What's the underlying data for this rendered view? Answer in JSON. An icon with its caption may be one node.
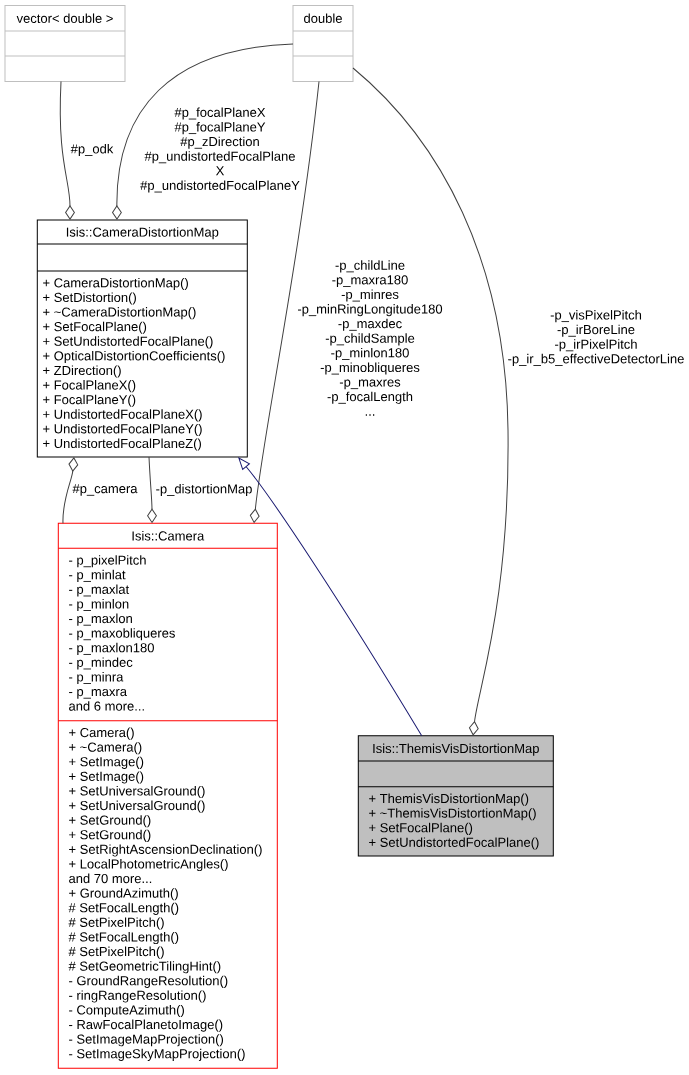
{
  "diagram": {
    "nodes": [
      {
        "text": [
          "vector< double >"
        ]
      },
      {
        "text": [
          "double"
        ]
      },
      {
        "text": [
          "Isis::CameraDistortionMap",
          "+ CameraDistortionMap()",
          "+ SetDistortion()",
          "+ ~CameraDistortionMap()",
          "+ SetFocalPlane()",
          "+ SetUndistortedFocalPlane()",
          "+ OpticalDistortionCoefficients()",
          "+ ZDirection()",
          "+ FocalPlaneX()",
          "+ FocalPlaneY()",
          "+ UndistortedFocalPlaneX()",
          "+ UndistortedFocalPlaneY()",
          "+ UndistortedFocalPlaneZ()"
        ]
      },
      {
        "text": [
          "Isis::Camera",
          "- p_pixelPitch",
          "- p_minlat",
          "- p_maxlat",
          "- p_minlon",
          "- p_maxlon",
          "- p_maxobliqueres",
          "- p_maxlon180",
          "- p_mindec",
          "- p_minra",
          "- p_maxra",
          "and 6 more...",
          "+ Camera()",
          "+ ~Camera()",
          "+ SetImage()",
          "+ SetImage()",
          "+ SetUniversalGround()",
          "+ SetUniversalGround()",
          "+ SetGround()",
          "+ SetGround()",
          "+ SetRightAscensionDeclination()",
          "+ LocalPhotometricAngles()",
          "and 70 more...",
          "+ GroundAzimuth()",
          "# SetFocalLength()",
          "# SetPixelPitch()",
          "# SetFocalLength()",
          "# SetPixelPitch()",
          "# SetGeometricTilingHint()",
          "- GroundRangeResolution()",
          "- ringRangeResolution()",
          "- ComputeAzimuth()",
          "- RawFocalPlanetoImage()",
          "- SetImageMapProjection()",
          "- SetImageSkyMapProjection()"
        ]
      },
      {
        "text": [
          "Isis::ThemisVisDistortionMap",
          "+ ThemisVisDistortionMap()",
          "+ ~ThemisVisDistortionMap()",
          "+ SetFocalPlane()",
          "+ SetUndistortedFocalPlane()"
        ]
      }
    ],
    "edges": [
      {
        "from": 0,
        "to": 2,
        "arrow": "other",
        "label": "#p_odk"
      },
      {
        "from": 1,
        "to": 2,
        "arrow": "other",
        "label": "#p_focalPlaneX #p_focalPlaneY #p_zDirection #p_undistortedFocalPlane X #p_undistortedFocalPlaneY"
      },
      {
        "from": 1,
        "to": 3,
        "arrow": "other",
        "label": "-p_childLine -p_maxra180 -p_minres -p_minRingLongitude180 -p_maxdec -p_childSample -p_minlon180 -p_minobliqueres -p_maxres -p_focalLength ..."
      },
      {
        "from": 1,
        "to": 4,
        "arrow": "other",
        "label": "-p_visPixelPitch -p_irBoreLine -p_irPixelPitch -p_ir_b5_effectiveDetectorLine"
      },
      {
        "from": 3,
        "to": 2,
        "arrow": "other",
        "label": "#p_camera"
      },
      {
        "from": 2,
        "to": 3,
        "arrow": "other",
        "label": "-p_distortionMap"
      },
      {
        "from": 4,
        "to": 2,
        "arrow": "to",
        "color": "#191970"
      }
    ]
  }
}
